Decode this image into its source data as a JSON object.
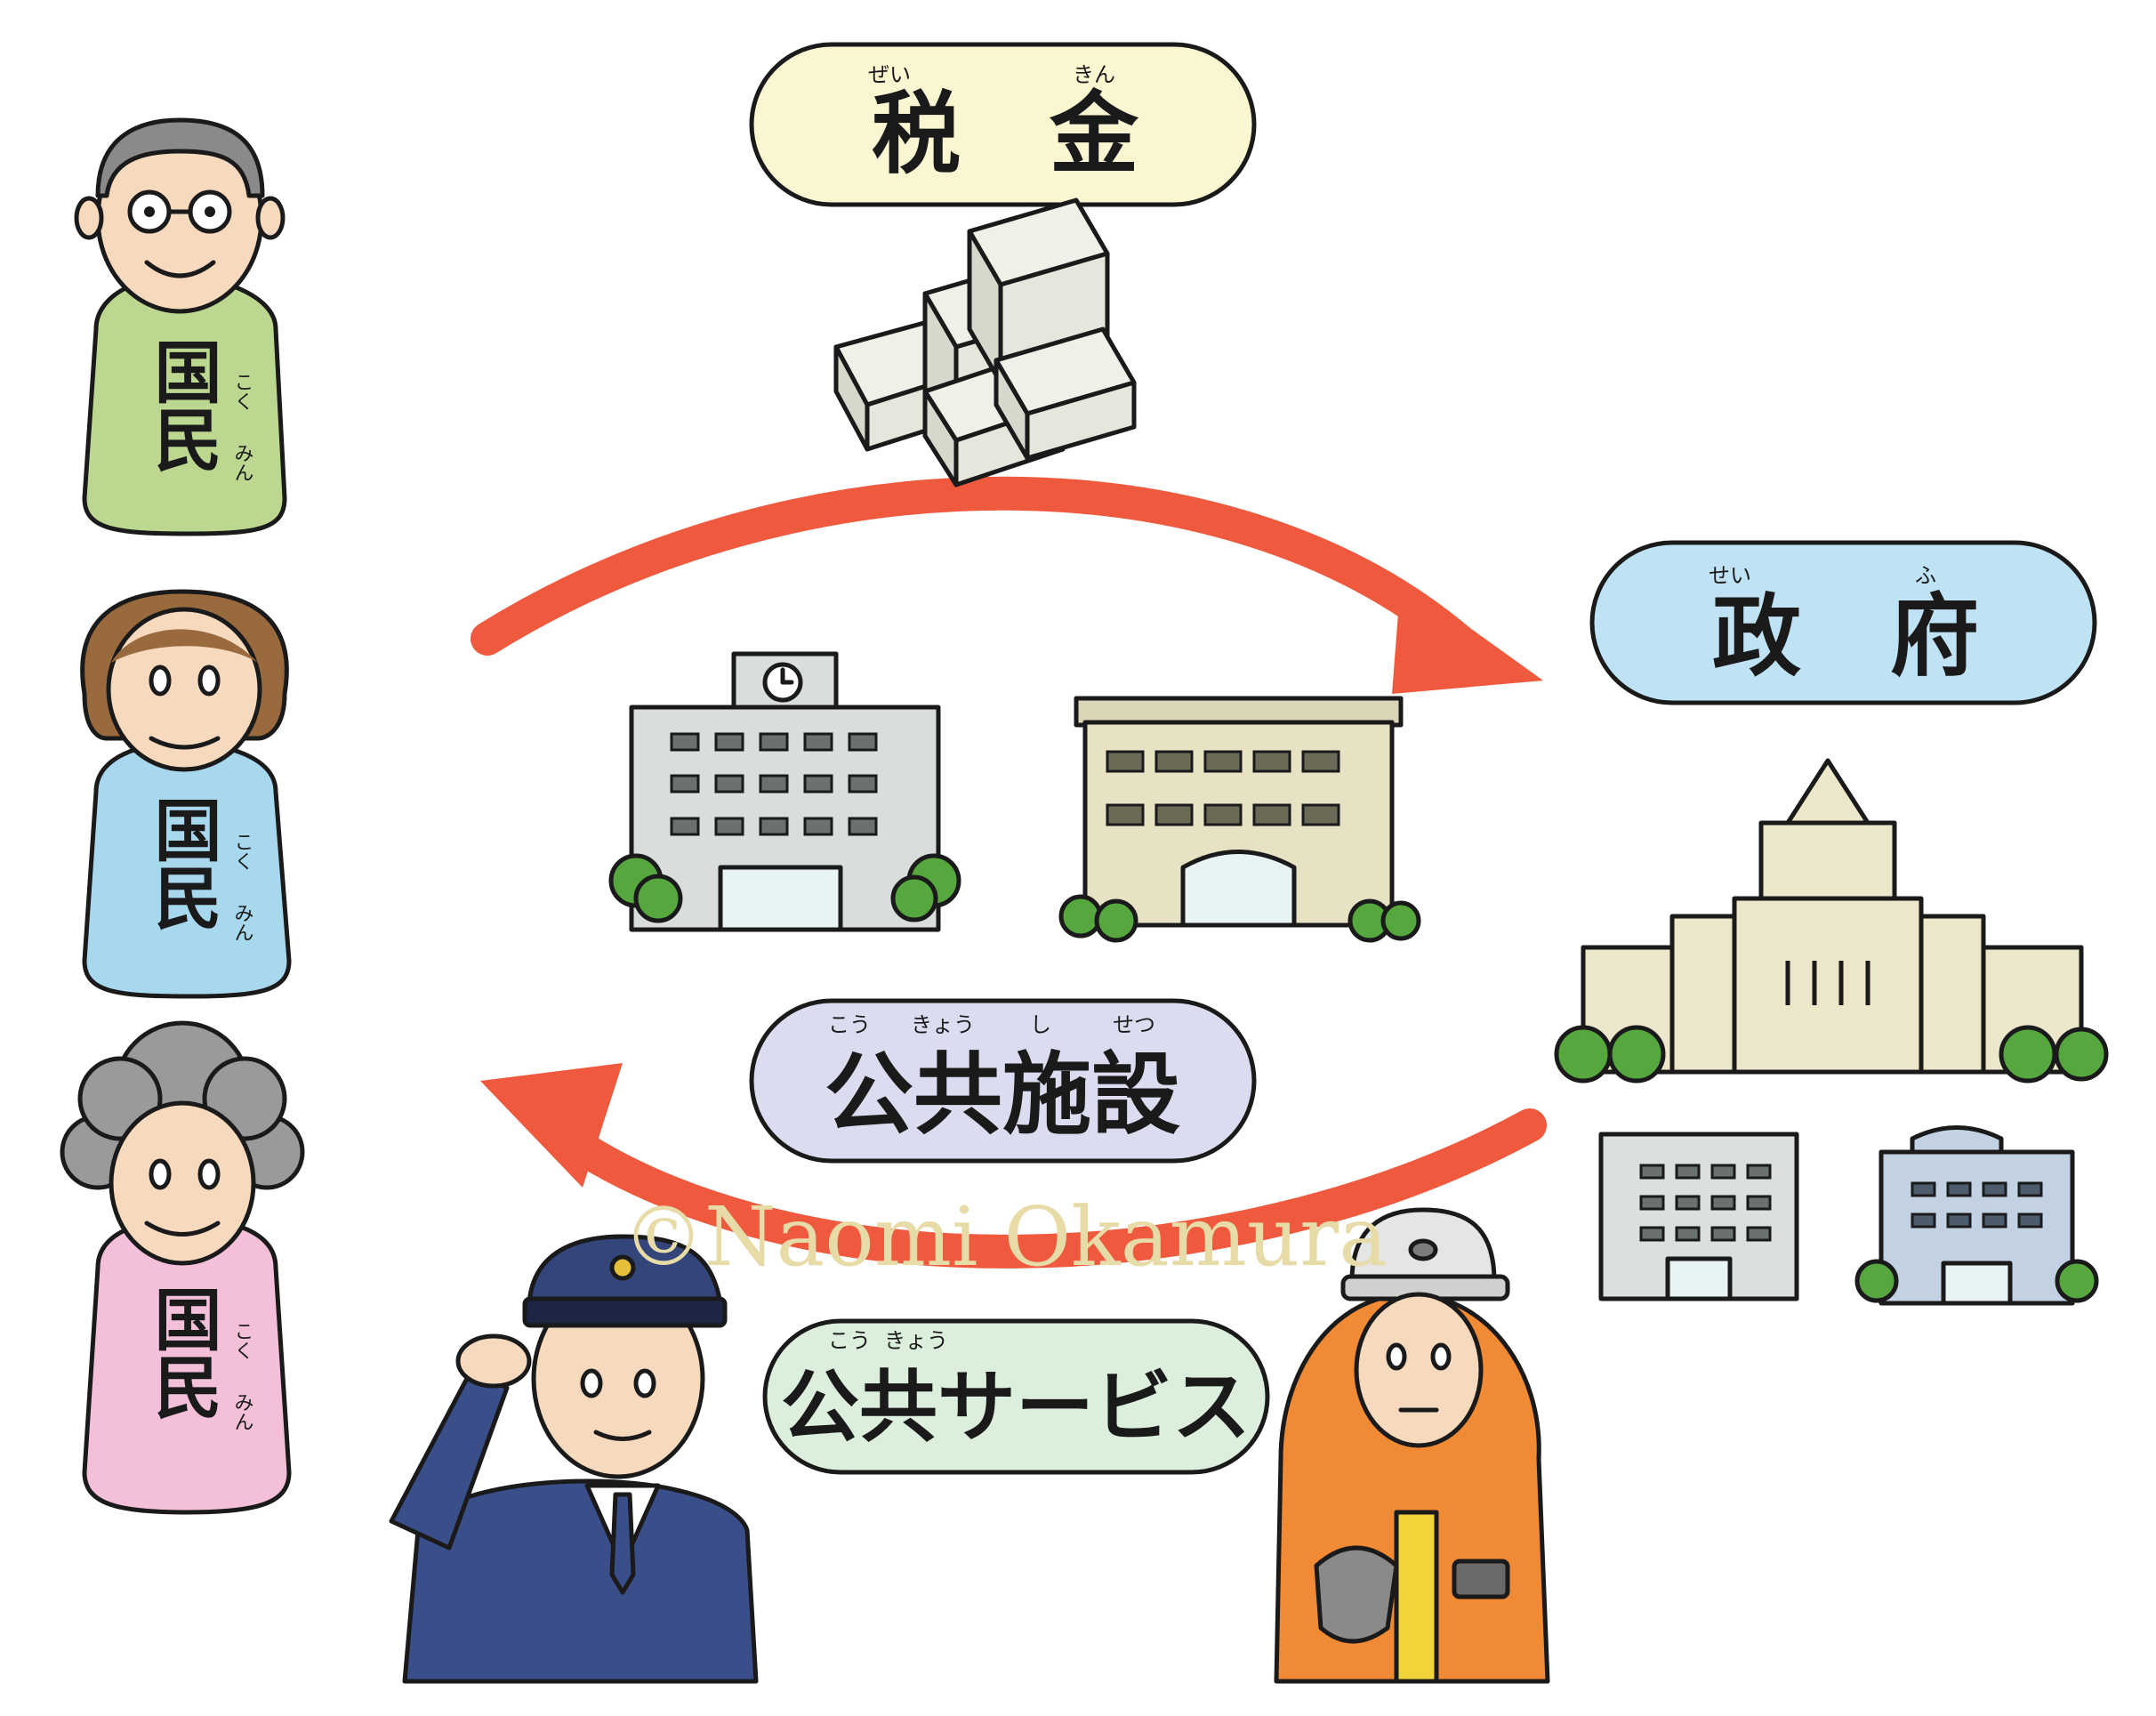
{
  "labels": {
    "tax": {
      "text": "税　金",
      "ruby": [
        "ぜい",
        "きん"
      ]
    },
    "government": {
      "text": "政　府",
      "ruby": [
        "せい",
        "ふ"
      ]
    },
    "facilities": {
      "text": "公共施設",
      "ruby": [
        "こう",
        "きょう",
        "し",
        "せつ"
      ]
    },
    "services": {
      "text": "公共サービス",
      "ruby": [
        "こう",
        "きょう"
      ]
    }
  },
  "citizens": [
    {
      "label": "国民",
      "ruby": [
        "こく",
        "みん"
      ],
      "color": "#bcd890"
    },
    {
      "label": "国民",
      "ruby": [
        "こく",
        "みん"
      ],
      "color": "#a7d8ee"
    },
    {
      "label": "国民",
      "ruby": [
        "こく",
        "みん"
      ],
      "color": "#f4bfd8"
    }
  ],
  "watermark": "©Naomi Okamura",
  "colors": {
    "arrow": "#ef5a3f",
    "tax_bubble": "#fbf6d2",
    "gov_bubble": "#bfe3f5",
    "facilities_bubble": "#dcdcf0",
    "services_bubble": "#dcefdc"
  },
  "icons": [
    "money-stack-icon",
    "office-building-icon",
    "public-hall-icon",
    "diet-building-icon",
    "police-officer-icon",
    "firefighter-icon"
  ]
}
